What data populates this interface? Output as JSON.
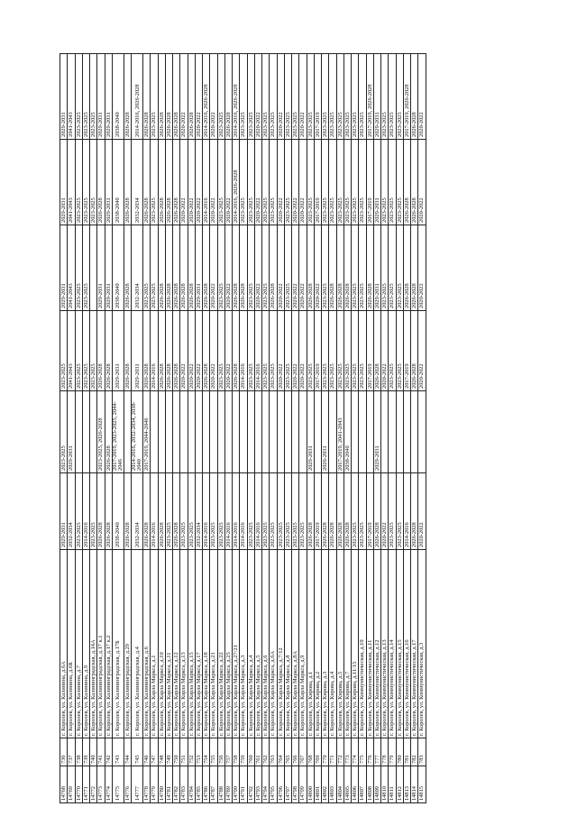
{
  "table": {
    "rows": [
      [
        "14768",
        "736",
        "г. Королев, ул. Калинина, д.6А",
        "2029-2031",
        "2023-2025",
        "2023-2025",
        "2029-2031",
        "2029-2031",
        "2029-2031"
      ],
      [
        "14769",
        "737",
        "г. Королев, ул. Калинина, д.6Б",
        "2032-2034",
        "2029-2031",
        "2041-2043",
        "2041-2043",
        "2041-2043",
        "2041-2043"
      ],
      [
        "14770",
        "738",
        "г. Королев, ул. Калинина, д.7",
        "2023-2025",
        "",
        "2023-2025",
        "2023-2025",
        "2023-2025",
        "2023-2025"
      ],
      [
        "14771",
        "739",
        "г. Королев, ул. Калинина, д.9",
        "2014-2016",
        "",
        "2023-2025",
        "2023-2025",
        "2023-2025",
        "2023-2025"
      ],
      [
        "14772",
        "740",
        "г. Королев, ул. Калининградская, д.14А",
        "2023-2025",
        "",
        "2023-2025",
        "",
        "2023-2025",
        "2023-2025"
      ],
      [
        "14773",
        "741",
        "г. Королев, ул. Калининградская, д.17 к.1",
        "2026-2028",
        "2023-2025, 2026-2028",
        "2026-2028",
        "2029-2031",
        "2026-2028",
        "2029-2031"
      ],
      [
        "14774",
        "742",
        "г. Королев, ул. Калининградская, д.17 к.2",
        "2026-2028",
        "2026-2028",
        "2026-2028",
        "2029-2031",
        "2029-2031",
        "2029-2031"
      ],
      [
        "14775",
        "743",
        "г. Королев, ул. Калининградская, д.17Б",
        "2038-2040",
        "2017-2019, 2023-2025, 2044-2046",
        "2029-2031",
        "2038-2040",
        "2038-2040",
        "2038-2040"
      ],
      [
        "14776",
        "744",
        "г. Королев, ул. Калининградская, д.29",
        "2026-2028",
        "",
        "2026-2028",
        "2026-2028",
        "2026-2028",
        "2026-2028"
      ],
      [
        "14777",
        "745",
        "г. Королев, ул. Калининградская, д.4",
        "2032-2034",
        "2014-2016, 2032-2034, 2038-2040",
        "2029-2031",
        "2032-2034",
        "2032-2034",
        "2014-2016, 2026-2028"
      ],
      [
        "14778",
        "746",
        "г. Королев, ул. Калининградская, д.6",
        "2026-2028",
        "2017-2019, 2044-2046",
        "2026-2028",
        "2023-2025",
        "2026-2028",
        "2026-2028"
      ],
      [
        "14779",
        "747",
        "г. Королев, ул. Карла Маркса, д.1",
        "2014-2016",
        "",
        "2014-2016",
        "2023-2025",
        "2023-2025",
        "2023-2025"
      ],
      [
        "14780",
        "748",
        "г. Королев, ул. Карла Маркса, д.10",
        "2026-2028",
        "",
        "2026-2028",
        "2026-2028",
        "2026-2028",
        "2026-2028"
      ],
      [
        "14781",
        "749",
        "г. Королев, ул. Карла Маркса, д.11",
        "2023-2025",
        "",
        "2026-2028",
        "2026-2028",
        "2026-2028",
        "2026-2028"
      ],
      [
        "14782",
        "750",
        "г. Королев, ул. Карла Маркса, д.12",
        "2026-2028",
        "",
        "2026-2028",
        "2026-2028",
        "2026-2028",
        "2026-2028"
      ],
      [
        "14783",
        "751",
        "г. Королев, ул. Карла Маркса, д.13",
        "2023-2025",
        "",
        "2020-2022",
        "2026-2028",
        "2020-2022",
        "2020-2022"
      ],
      [
        "14784",
        "752",
        "г. Королев, ул. Карла Маркса, д.15",
        "2023-2025",
        "",
        "2020-2022",
        "2026-2028",
        "2020-2022",
        "2026-2028"
      ],
      [
        "14785",
        "753",
        "г. Королев, ул. Карла Маркса, д.17",
        "2032-2034",
        "",
        "2020-2022",
        "2029-2031",
        "2020-2022",
        "2020-2022"
      ],
      [
        "14786",
        "754",
        "г. Королев, ул. Карла Маркса, д.18",
        "2014-2016",
        "",
        "2026-2028",
        "2026-2028",
        "2014-2016",
        "2014-2016, 2026-2028"
      ],
      [
        "14787",
        "755",
        "г. Королев, ул. Карла Маркса, д.21",
        "2023-2025",
        "",
        "2020-2022",
        "2020-2022",
        "2020-2022",
        "2020-2022"
      ],
      [
        "14788",
        "756",
        "г. Королев, ул. Карла Маркса, д.22",
        "2023-2025",
        "",
        "2023-2025",
        "2023-2025",
        "2023-2025",
        "2023-2025"
      ],
      [
        "14789",
        "757",
        "г. Королев, ул. Карла Маркса, д.25",
        "2014-2016",
        "",
        "2020-2022",
        "2020-2022",
        "2020-2022",
        "2026-2028"
      ],
      [
        "14790",
        "758",
        "г. Королев, ул. Карла Маркса, д.27/21",
        "2014-2016",
        "",
        "2026-2028",
        "2026-2028",
        "2014-2016, 2026-2028",
        "2014-2016, 2026-2028"
      ],
      [
        "14791",
        "759",
        "г. Королев, ул. Карла Маркса, д.3",
        "2014-2016",
        "",
        "2014-2016",
        "2026-2028",
        "2023-2025",
        "2023-2025"
      ],
      [
        "14792",
        "760",
        "г. Королев, ул. Карла Маркса, д.4",
        "2023-2025",
        "",
        "2023-2025",
        "2023-2025",
        "2023-2025",
        "2023-2025"
      ],
      [
        "14793",
        "761",
        "г. Королев, ул. Карла Маркса, д.5",
        "2014-2016",
        "",
        "2014-2016",
        "2020-2022",
        "2020-2022",
        "2020-2022"
      ],
      [
        "14794",
        "762",
        "г. Королев, ул. Карла Маркса, д.6",
        "2023-2025",
        "",
        "2023-2025",
        "2023-2025",
        "2023-2025",
        "2023-2025"
      ],
      [
        "14795",
        "763",
        "г. Королев, ул. Карла Маркса, д.6А",
        "2023-2025",
        "",
        "2023-2025",
        "2026-2028",
        "2023-2025",
        "2023-2025"
      ],
      [
        "14796",
        "764",
        "г. Королев, ул. Карла Маркса, д.7/12",
        "2023-2025",
        "",
        "2020-2022",
        "2020-2022",
        "2020-2022",
        "2020-2022"
      ],
      [
        "14797",
        "765",
        "г. Королев, ул. Карла Маркса, д.8",
        "2023-2025",
        "",
        "2023-2025",
        "2023-2025",
        "2023-2025",
        "2023-2025"
      ],
      [
        "14798",
        "766",
        "г. Королев, ул. Карла Маркса, д.8А",
        "2023-2025",
        "",
        "2020-2022",
        "2020-2022",
        "2020-2022",
        "2023-2025"
      ],
      [
        "14799",
        "767",
        "г. Королев, ул. Карла Маркса, д.9",
        "2023-2025",
        "",
        "2020-2022",
        "2020-2022",
        "2020-2022",
        "2020-2022"
      ],
      [
        "14800",
        "768",
        "г. Королев, ул. Кирова, д.1",
        "2026-2028",
        "2029-2031",
        "2023-2025",
        "2026-2028",
        "2023-2025",
        "2023-2025"
      ],
      [
        "14801",
        "769",
        "г. Королев, ул. Кирова, д.2",
        "2017-2019",
        "",
        "2017-2019",
        "2020-2022",
        "2017-2019",
        "2017-2019"
      ],
      [
        "14802",
        "770",
        "г. Королев, ул. Кирова, д.3",
        "2026-2028",
        "2026-2031",
        "2023-2025",
        "2023-2025",
        "2023-2025",
        "2023-2025"
      ],
      [
        "14803",
        "771",
        "г. Королев, ул. Кирова, д.4",
        "2026-2028",
        "",
        "2023-2025",
        "2026-2028",
        "2023-2025",
        "2023-2025"
      ],
      [
        "14804",
        "772",
        "г. Королев, ул. Кирова, д.5",
        "2026-2028",
        "2017-2019, 2041-2043",
        "2023-2025",
        "2026-2028",
        "2023-2025",
        "2023-2025"
      ],
      [
        "14805",
        "773",
        "г. Королев, ул. Кирова, д.7",
        "2026-2028",
        "2038-2040",
        "2023-2025",
        "2026-2028",
        "2023-2025",
        "2023-2025"
      ],
      [
        "14806",
        "774",
        "г. Королев, ул. Кирова, д.11/15",
        "2023-2025",
        "",
        "2023-2025",
        "2023-2025",
        "2023-2025",
        "2023-2025"
      ],
      [
        "14807",
        "775",
        "г. Королев, ул. Коммунистическая, д.10",
        "2023-2025",
        "",
        "2023-2025",
        "2023-2025",
        "2023-2025",
        "2023-2025"
      ],
      [
        "14808",
        "776",
        "г. Королев, ул. Коммунистическая, д.11",
        "2017-2019",
        "",
        "2017-2019",
        "2026-2028",
        "2017-2019",
        "2017-2019, 2026-2028"
      ],
      [
        "14809",
        "777",
        "г. Королев, ул. Коммунистическая, д.12",
        "2026-2028",
        "2029-2031",
        "2026-2028",
        "2029-2031",
        "2029-2031",
        "2029-2031"
      ],
      [
        "14810",
        "778",
        "г. Королев, ул. Коммунистическая, д.13",
        "2020-2022",
        "",
        "2020-2022",
        "2023-2025",
        "2023-2025",
        "2023-2025"
      ],
      [
        "14811",
        "779",
        "г. Королев, ул. Коммунистическая, д.14",
        "2023-2025",
        "",
        "2023-2025",
        "2023-2025",
        "2023-2025",
        "2023-2025"
      ],
      [
        "14812",
        "780",
        "г. Королев, ул. Коммунистическая, д.15",
        "2023-2025",
        "",
        "2023-2025",
        "2023-2025",
        "2023-2025",
        "2023-2025"
      ],
      [
        "14813",
        "781",
        "г. Королев, ул. Коммунистическая, д.16",
        "2014-2016",
        "",
        "2017-2019",
        "2026-2028",
        "2026-2028",
        "2017-2019, 2026-2028"
      ],
      [
        "14814",
        "782",
        "г. Королев, ул. Коммунистическая, д.17",
        "2026-2028",
        "",
        "2026-2028",
        "2026-2028",
        "2026-2028",
        "2026-2028"
      ],
      [
        "14815",
        "783",
        "г. Королев, ул. Коммунистическая, д.3",
        "2020-2022",
        "",
        "2020-2022",
        "2020-2022",
        "2020-2022",
        "2020-2022"
      ]
    ]
  }
}
